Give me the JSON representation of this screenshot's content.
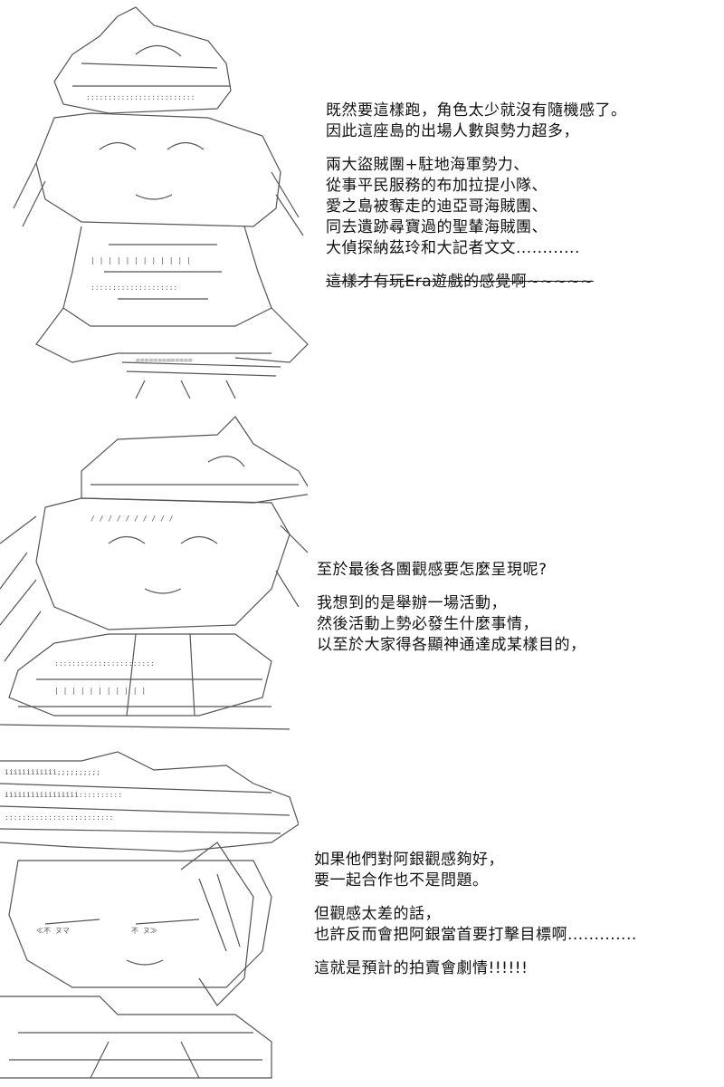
{
  "panels": [
    {
      "art_subject": "ascii-art-character-with-hat",
      "lines": [
        "既然要這樣跑，角色太少就沒有隨機感了。",
        "因此這座島的出場人數與勢力超多，",
        "",
        "兩大盜賊團+駐地海軍勢力、",
        "從事平民服務的布加拉提小隊、",
        "愛之島被奪走的迪亞哥海賊團、",
        "同去遺跡尋寶過的聖輦海賊團、",
        "大偵探納茲玲和大記者文文............",
        ""
      ],
      "struck_line": "這樣才有玩Era遊戲的感覺啊~~~~~"
    },
    {
      "art_subject": "ascii-art-character-with-cap",
      "lines": [
        "至於最後各團觀感要怎麼呈現呢?",
        "",
        "我想到的是舉辦一場活動，",
        "然後活動上勢必發生什麼事情，",
        "以至於大家得各顯神通達成某樣目的，"
      ]
    },
    {
      "art_subject": "ascii-art-character-silver-hair",
      "lines": [
        "如果他們對阿銀觀感夠好，",
        "要一起合作也不是問題。",
        "",
        "但觀感太差的話，",
        "也許反而會把阿銀當首要打擊目標啊.............",
        "",
        "這就是預計的拍賣會劇情!!!!!!"
      ]
    }
  ],
  "colors": {
    "text": "#111111",
    "art": "#555555",
    "background": "#ffffff"
  }
}
